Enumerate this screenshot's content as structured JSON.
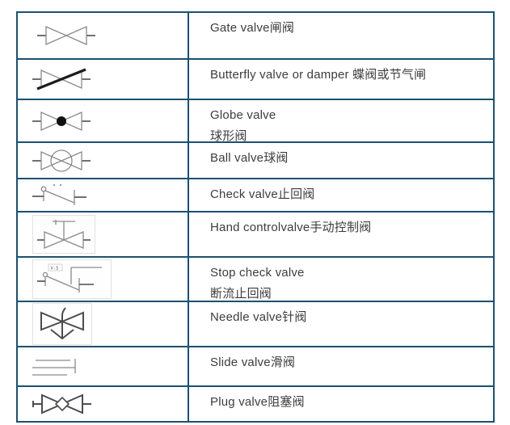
{
  "table": {
    "border_color": "#1b516f",
    "text_color": "#3d3d3d",
    "rows": [
      {
        "symbol": "gate-valve-symbol",
        "lines": [
          "Gate valve闸阀"
        ]
      },
      {
        "symbol": "butterfly-valve-symbol",
        "lines": [
          "Butterfly valve or damper 蝶阀或节气闸"
        ]
      },
      {
        "symbol": "globe-valve-symbol",
        "lines": [
          "Globe valve",
          "球形阀"
        ]
      },
      {
        "symbol": "ball-valve-symbol",
        "lines": [
          "Ball valve球阀"
        ]
      },
      {
        "symbol": "check-valve-symbol",
        "lines": [
          "Check valve止回阀"
        ]
      },
      {
        "symbol": "hand-control-valve-symbol",
        "lines": [
          "Hand controlvalve手动控制阀"
        ]
      },
      {
        "symbol": "stop-check-valve-symbol",
        "lines": [
          "Stop check valve",
          "断流止回阀"
        ]
      },
      {
        "symbol": "needle-valve-symbol",
        "lines": [
          "Needle valve针阀"
        ]
      },
      {
        "symbol": "slide-valve-symbol",
        "lines": [
          "Slide valve滑阀"
        ]
      },
      {
        "symbol": "plug-valve-symbol",
        "lines": [
          "Plug valve阻塞阀"
        ]
      }
    ],
    "stop_check_tag": "V-5"
  }
}
